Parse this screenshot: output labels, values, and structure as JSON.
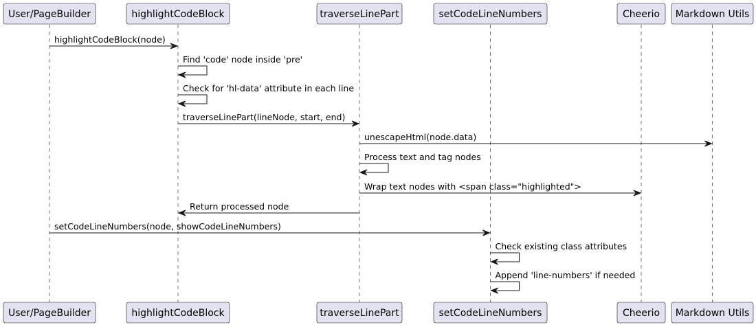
{
  "diagram": {
    "type": "sequence",
    "colors": {
      "participant_fill": "#E2E2F0",
      "participant_border": "#181818",
      "lifeline": "#181818",
      "arrow": "#181818"
    },
    "participants": [
      {
        "id": "user",
        "label": "User/PageBuilder"
      },
      {
        "id": "hcb",
        "label": "highlightCodeBlock"
      },
      {
        "id": "tlp",
        "label": "traverseLinePart"
      },
      {
        "id": "scln",
        "label": "setCodeLineNumbers"
      },
      {
        "id": "cheerio",
        "label": "Cheerio"
      },
      {
        "id": "md",
        "label": "Markdown Utils"
      }
    ],
    "messages": [
      {
        "from": "user",
        "to": "hcb",
        "label": "highlightCodeBlock(node)"
      },
      {
        "from": "hcb",
        "to": "hcb",
        "label": "Find 'code' node inside 'pre'"
      },
      {
        "from": "hcb",
        "to": "hcb",
        "label": "Check for 'hl-data' attribute in each line"
      },
      {
        "from": "hcb",
        "to": "tlp",
        "label": "traverseLinePart(lineNode, start, end)"
      },
      {
        "from": "tlp",
        "to": "md",
        "label": "unescapeHtml(node.data)"
      },
      {
        "from": "tlp",
        "to": "tlp",
        "label": "Process text and tag nodes"
      },
      {
        "from": "tlp",
        "to": "cheerio",
        "label": "Wrap text nodes with <span class=\"highlighted\">"
      },
      {
        "from": "tlp",
        "to": "hcb",
        "label": "Return processed node"
      },
      {
        "from": "user",
        "to": "scln",
        "label": "setCodeLineNumbers(node, showCodeLineNumbers)"
      },
      {
        "from": "scln",
        "to": "scln",
        "label": "Check existing class attributes"
      },
      {
        "from": "scln",
        "to": "scln",
        "label": "Append 'line-numbers' if needed"
      }
    ]
  }
}
